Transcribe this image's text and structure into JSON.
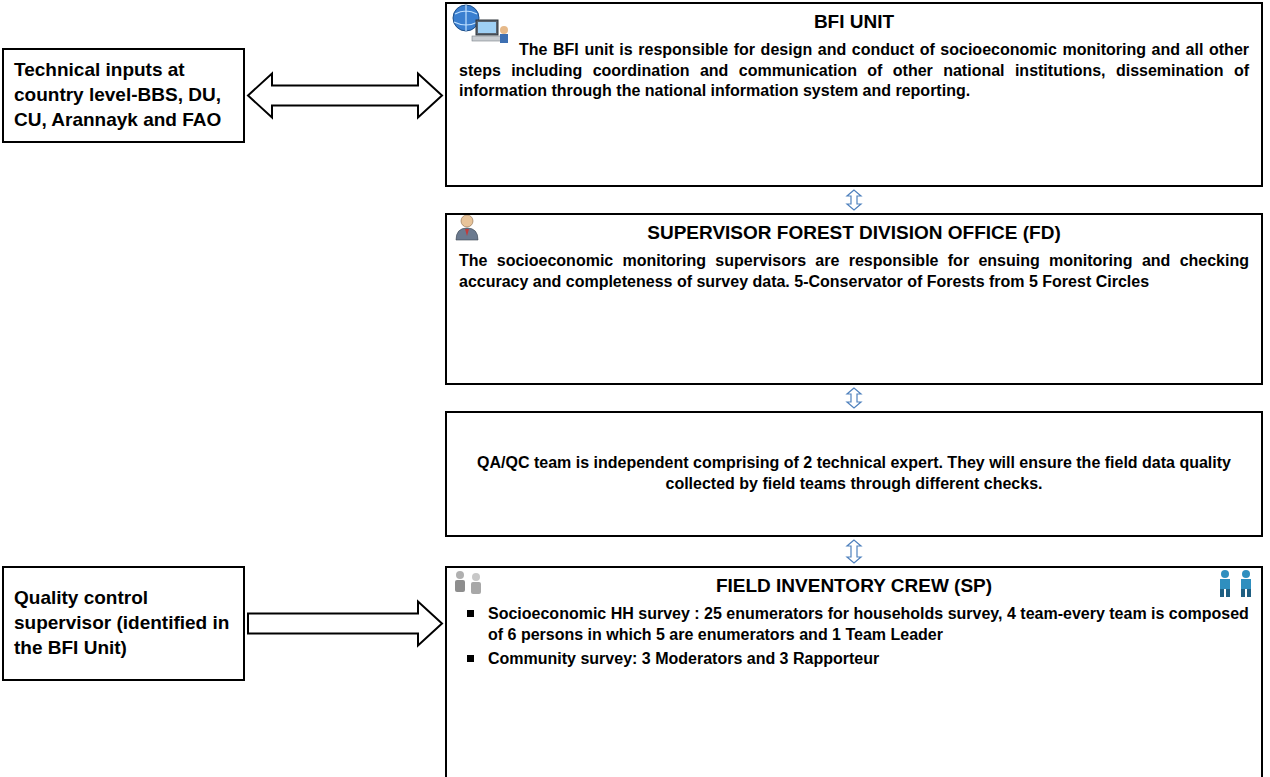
{
  "diagram": {
    "nodes": [
      {
        "text": [
          "Technical inputs at country level-BBS, DU, CU, Arannayk and FAO"
        ]
      },
      {
        "text": [
          "BFI UNIT",
          "The BFI unit is responsible for design and conduct of socioeconomic monitoring and all other steps including coordination and communication of other national institutions, dissemination of information through the national information system and reporting."
        ]
      },
      {
        "text": [
          "SUPERVISOR FOREST DIVISION OFFICE (FD)",
          "The socioeconomic monitoring supervisors are responsible for ensuing monitoring and checking accuracy and completeness of survey data. 5-Conservator of Forests from 5 Forest Circles"
        ]
      },
      {
        "text": [
          "QA/QC team is independent comprising of 2 technical expert. They will ensure the field data quality collected by field teams through different checks."
        ]
      },
      {
        "text": [
          "Quality control supervisor (identified in the BFI Unit)"
        ]
      },
      {
        "text": [
          "FIELD INVENTORY CREW (SP)",
          "Socioeconomic HH survey : 25 enumerators for households survey, 4 team-every team is composed of 6 persons in which 5 are enumerators and 1 Team Leader",
          "Community survey: 3 Moderators and 3 Rapporteur"
        ]
      }
    ],
    "edges": [
      {
        "from": 0,
        "to": 1,
        "arrow": "both"
      },
      {
        "from": 1,
        "to": 2,
        "arrow": "both"
      },
      {
        "from": 2,
        "to": 3,
        "arrow": "both"
      },
      {
        "from": 3,
        "to": 5,
        "arrow": "both"
      },
      {
        "from": 4,
        "to": 5,
        "arrow": "to"
      }
    ]
  }
}
